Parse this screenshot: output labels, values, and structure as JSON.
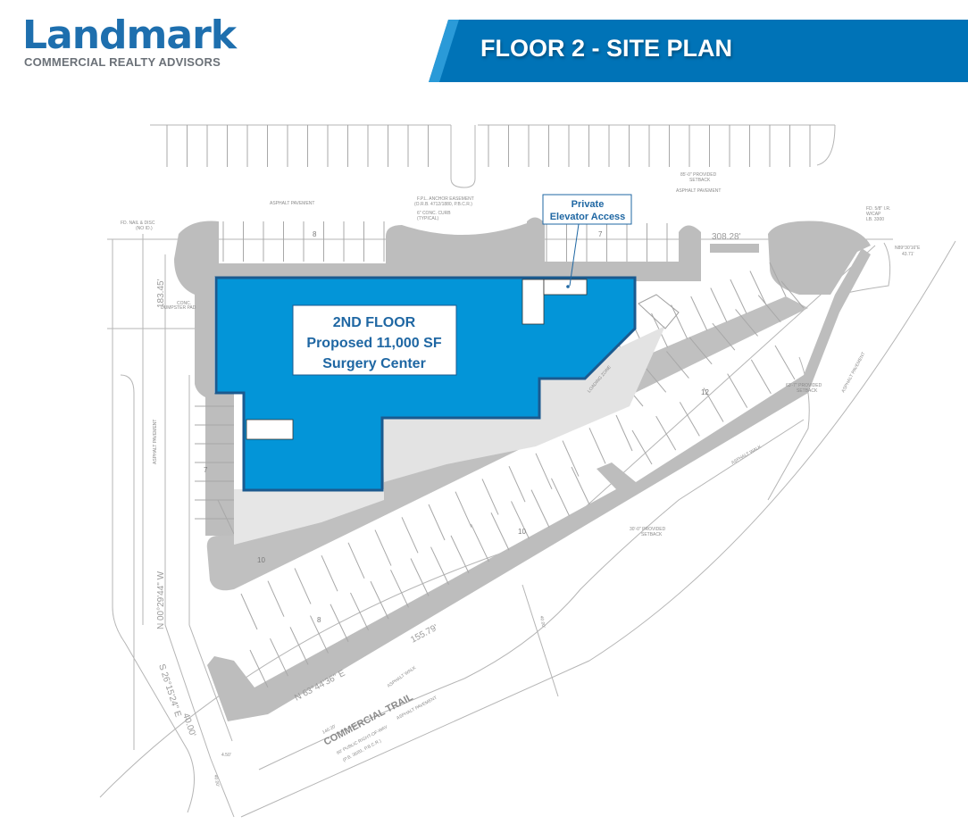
{
  "header": {
    "logo_main": "Landmark",
    "logo_sub": "COMMERCIAL REALTY ADVISORS",
    "title": "FLOOR 2 - SITE PLAN"
  },
  "colors": {
    "brand_blue": "#1e6fae",
    "banner_blue": "#0073b7",
    "building_fill": "#0395d8",
    "building_border": "#1b5a8f",
    "pavement_gray": "#bdbdbd"
  },
  "building": {
    "line1": "2ND FLOOR",
    "line2": "Proposed 11,000 SF",
    "line3": "Surgery Center"
  },
  "callout": {
    "line1": "Private",
    "line2": "Elevator Access"
  },
  "labels": {
    "asphalt1": "ASPHALT PAVEMENT",
    "asphalt2": "ASPHALT PAVEMENT",
    "asphalt3": "ASPHALT PAVEMENT",
    "asphalt4": "ASPHALT PAVEMENT",
    "asphalt_v": "ASPHALT PAVEMENT",
    "setback85a": "85'-0\" PROVIDED",
    "setback85b": "SETBACK",
    "setback63a": "63'-7\" PROVIDED",
    "setback63b": "SETBACK",
    "setback30a": "30'-0\" PROVIDED",
    "setback30b": "SETBACK",
    "fpl1": "F.P.L. ANCHOR EASEMENT",
    "fpl2": "(O.R.B. 4712/1880, P.B.C.R.)",
    "curb1": "6\" CONC. CURB",
    "curb2": "(TYPICAL)",
    "nail1": "FD. NAIL & DISC",
    "nail2": "(NO ID.)",
    "dumpster1": "CONC.",
    "dumpster2": "DUMPSTER PAD",
    "ir1": "FD. 5/8\" I.R.",
    "ir2": "W/CAP",
    "ir3": "LB. 3300",
    "loading": "LOADING ZONE",
    "walk1": "ASPHALT WALK",
    "walk2": "ASPHALT WALK",
    "road_name": "COMMERCIAL TRAIL",
    "road_sub1": "60' PUBLIC RIGHT-OF-WAY",
    "road_sub2": "(P.B. 36/81, P.B.C.R.)",
    "road_dim": "140.20'"
  },
  "dimensions": {
    "north": "308.28'",
    "ne": "N89°30'16\"E",
    "ne_len": "43.71'",
    "west_short": "183.45'",
    "west_bearing": "N 00°29'44\" W",
    "sw_bearing": "S 26°15'24\" E",
    "sw_len": "40.00'",
    "south_bearing": "N 63°44'36\" E",
    "south_len": "155.79'",
    "se_len": "40.00'",
    "sw2_len": "40.00'",
    "corner": "4.50'"
  },
  "parking_counts": [
    "8",
    "7",
    "7",
    "12",
    "10",
    "10",
    "8"
  ]
}
